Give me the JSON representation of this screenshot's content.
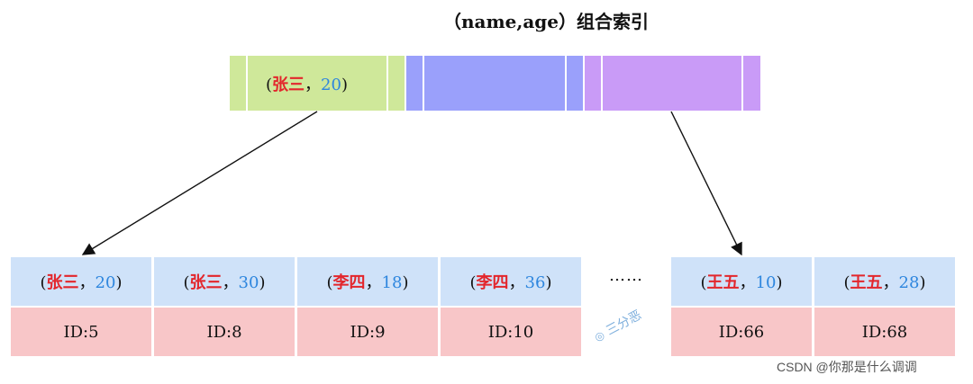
{
  "title": "（name,age）组合索引",
  "root_node": {
    "key": {
      "name": "张三",
      "sep": "，",
      "age": "20"
    },
    "segment_colors": [
      "#cfe89a",
      "#9aa0fb",
      "#c99bf7"
    ]
  },
  "left_leaf": [
    {
      "name": "张三",
      "age": "20",
      "id": "ID:5"
    },
    {
      "name": "张三",
      "age": "30",
      "id": "ID:8"
    },
    {
      "name": "李四",
      "age": "18",
      "id": "ID:9"
    },
    {
      "name": "李四",
      "age": "36",
      "id": "ID:10"
    }
  ],
  "ellipsis": "……",
  "right_leaf": [
    {
      "name": "王五",
      "age": "10",
      "id": "ID:66"
    },
    {
      "name": "王五",
      "age": "28",
      "id": "ID:68"
    }
  ],
  "watermark": "三分恶",
  "credit": "CSDN @你那是什么调调",
  "colors": {
    "name_red": "#e3262c",
    "age_blue": "#2e86de",
    "cell_key_bg": "#cfe2f9",
    "cell_id_bg": "#f8c6c8"
  }
}
